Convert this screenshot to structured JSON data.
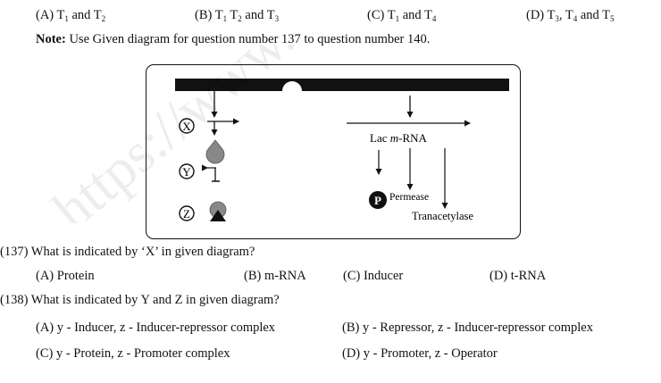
{
  "top_options": {
    "a": {
      "prefix": "(A) T",
      "s1": "1",
      "mid": " and T",
      "s2": "2"
    },
    "b": {
      "prefix": "(B) T",
      "s1": "1",
      "mid": " T",
      "s2": "2",
      "mid2": " and T",
      "s3": "3"
    },
    "c": {
      "prefix": "(C) T",
      "s1": "1",
      "mid": " and T",
      "s2": "4"
    },
    "d": {
      "prefix": "(D) T",
      "s1": "3",
      "mid": ", T",
      "s2": "4",
      "mid2": " and T",
      "s3": "5"
    }
  },
  "note": {
    "label": "Note:",
    "text": " Use Given diagram for question number 137 to question number 140."
  },
  "watermark": "https://www.",
  "diagram": {
    "x_label": "X",
    "y_label": "Y",
    "z_label": "Z",
    "p_label": "P",
    "lac_prefix": "Lac ",
    "lac_italic": "m",
    "lac_suffix": "-RNA",
    "permease": "Permease",
    "transacetylase": "Tranacetylase"
  },
  "q137": {
    "question": "(137) What is indicated by ‘X’ in given diagram?",
    "options": [
      "(A) Protein",
      "(B) m-RNA",
      "(C) Inducer",
      "(D) t-RNA"
    ]
  },
  "q138": {
    "question": "(138) What is indicated by Y and Z in given diagram?",
    "options": [
      "(A) y - Inducer, z - Inducer-repressor complex",
      "(B) y - Repressor, z - Inducer-repressor complex",
      "(C) y - Protein, z - Promoter complex",
      "(D) y - Promoter, z - Operator"
    ]
  }
}
